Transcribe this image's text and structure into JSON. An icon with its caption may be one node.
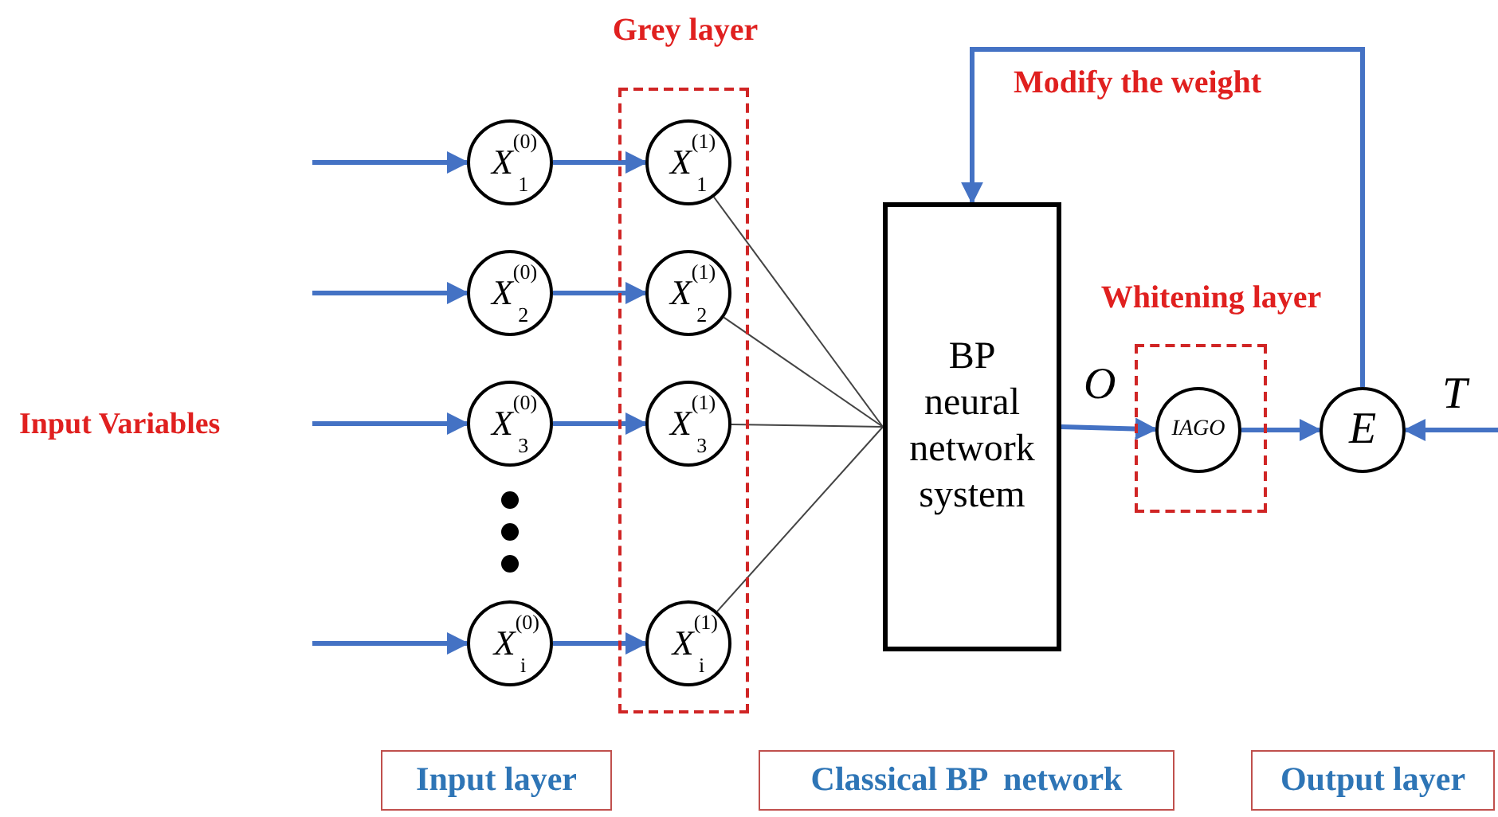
{
  "diagram": {
    "nodes": [
      {
        "text": [
          "Grey layer"
        ]
      },
      {
        "text": [
          "*X*$^{(0)}$$_{1}$"
        ]
      },
      {
        "text": [
          "*X*$^{(0)}$$_{2}$"
        ]
      },
      {
        "text": [
          "*X*$^{(0)}$$_{3}$"
        ]
      },
      {
        "text": [
          "*X*$^{(0)}$$_{i}$"
        ]
      },
      {
        "text": [
          "*X*$^{(1)}$$_{1}$"
        ],
        "in": 0
      },
      {
        "text": [
          "*X*$^{(1)}$$_{2}$"
        ],
        "in": 0
      },
      {
        "text": [
          "*X*$^{(1)}$$_{3}$"
        ],
        "in": 0
      },
      {
        "text": [
          "*X*$^{(1)}$$_{i}$"
        ],
        "in": 0
      },
      {
        "text": [
          "BP neural network system"
        ]
      },
      {
        "text": [
          "Whitening layer"
        ]
      },
      {
        "text": [
          "IAGO"
        ],
        "in": 10
      },
      {
        "text": [
          "E"
        ]
      },
      {
        "text": [
          "Input layer"
        ]
      },
      {
        "text": [
          "Classical BP  network"
        ]
      },
      {
        "text": [
          "Output layer"
        ]
      }
    ],
    "edges": [
      {
        "from": null,
        "to": 1,
        "arrow": "to"
      },
      {
        "from": null,
        "to": 2,
        "arrow": "to"
      },
      {
        "from": null,
        "to": 3,
        "arrow": "to"
      },
      {
        "from": null,
        "to": 4,
        "arrow": "to"
      },
      {
        "from": 1,
        "to": 5,
        "arrow": "to"
      },
      {
        "from": 2,
        "to": 6,
        "arrow": "to"
      },
      {
        "from": 3,
        "to": 7,
        "arrow": "to"
      },
      {
        "from": 4,
        "to": 8,
        "arrow": "to"
      },
      {
        "from": 5,
        "to": 9,
        "arrow": "none",
        "color": "#444444"
      },
      {
        "from": 6,
        "to": 9,
        "arrow": "none",
        "color": "#444444"
      },
      {
        "from": 7,
        "to": 9,
        "arrow": "none",
        "color": "#444444"
      },
      {
        "from": 8,
        "to": 9,
        "arrow": "none",
        "color": "#444444"
      },
      {
        "from": 9,
        "to": 11,
        "arrow": "to",
        "label": "O"
      },
      {
        "from": 11,
        "to": 12,
        "arrow": "to"
      },
      {
        "from": 12,
        "to": 9,
        "arrow": "to",
        "label": "Modify the weight"
      },
      {
        "from": null,
        "to": 12,
        "arrow": "to",
        "label": "T"
      }
    ],
    "labels": [
      "Input Variables"
    ]
  }
}
